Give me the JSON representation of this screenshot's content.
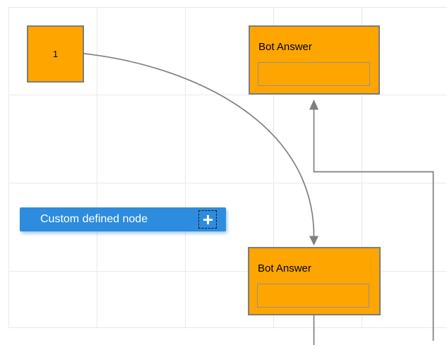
{
  "diagram": {
    "nodes": {
      "start": {
        "label": "1"
      },
      "bot_answer_top": {
        "title": "Bot Answer",
        "input_value": ""
      },
      "bot_answer_bottom": {
        "title": "Bot Answer",
        "input_value": ""
      },
      "custom_defined": {
        "label": "Custom defined node",
        "add_icon": "plus"
      }
    },
    "connectors": [
      {
        "from": "start",
        "to": "bot_answer_bottom",
        "style": "curved",
        "arrow": "down"
      },
      {
        "from": "offscreen-bottom-right",
        "to": "bot_answer_top",
        "style": "orthogonal",
        "arrow": "up"
      },
      {
        "from": "bot_answer_bottom",
        "to": "offscreen-bottom",
        "style": "straight",
        "arrow": "none"
      }
    ],
    "colors": {
      "node_fill": "#FFA500",
      "node_border": "#7D7D7D",
      "connector": "#7F7F7F",
      "button_fill": "#2D8CDE",
      "button_text": "#FFFFFF",
      "grid_line": "#E8E8E8",
      "canvas_bg": "#FFFFFF"
    }
  }
}
